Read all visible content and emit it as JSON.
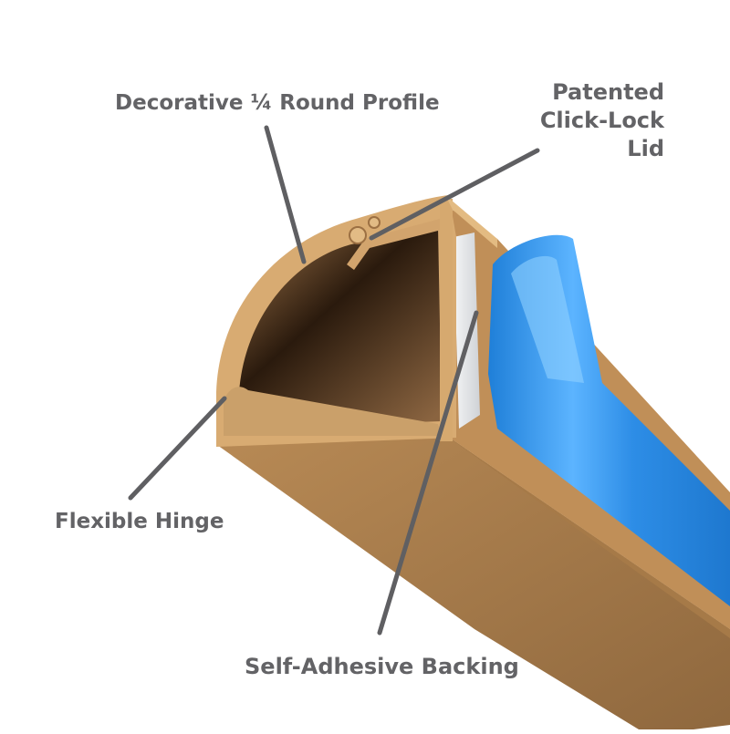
{
  "diagram": {
    "labels": {
      "profile": "Decorative ¼ Round Profile",
      "lid_line1": "Patented",
      "lid_line2": "Click-Lock",
      "lid_line3": "Lid",
      "hinge": "Flexible Hinge",
      "backing": "Self-Adhesive Backing"
    }
  },
  "colors": {
    "label_text": "#636366",
    "leader_line": "#5f5f62",
    "plastic_light": "#dcb47d",
    "plastic_mid": "#c99a62",
    "plastic_dark": "#9c7043",
    "interior_dark": "#1c120a",
    "backing_tape_blue": "#2f8fe6",
    "adhesive_white": "#e9eaec"
  }
}
